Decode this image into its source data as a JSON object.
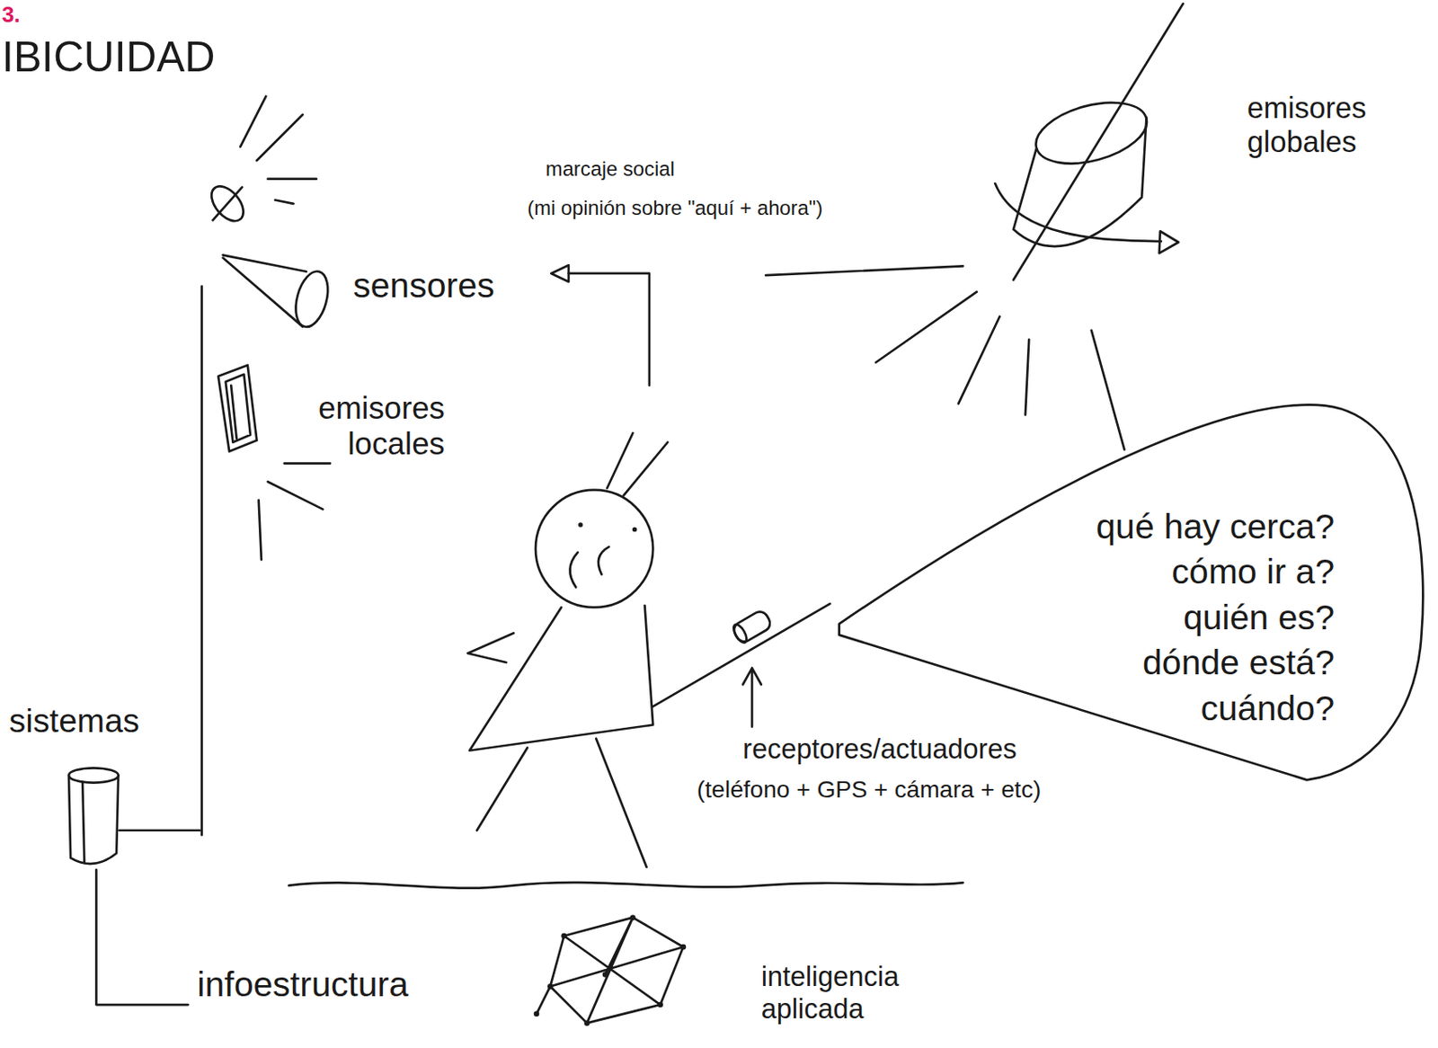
{
  "diagram": {
    "title": "IBICUIDAD",
    "nodes": [
      {
        "text": [
          "qué hay cerca? cómo ir a? quién es? dónde está? cuándo?"
        ]
      }
    ],
    "labels": [
      "3.",
      "sensores",
      "emisores locales",
      "marcaje social",
      "(mi opinión sobre \"aquí + ahora\")",
      "emisores globales",
      "receptores/actuadores",
      "(teléfono + GPS + cámara + etc)",
      "sistemas",
      "infoestructura",
      "inteligencia aplicada"
    ]
  }
}
